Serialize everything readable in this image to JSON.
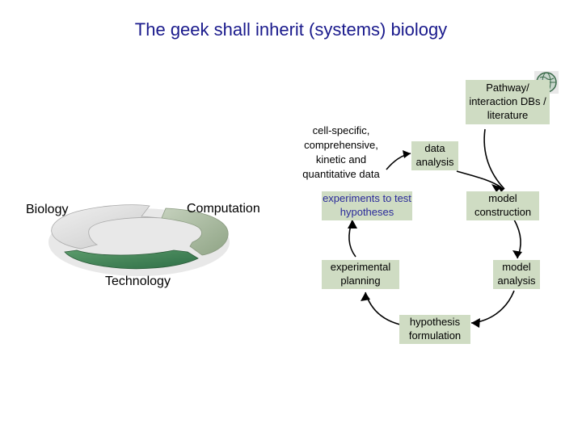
{
  "title": "The geek shall inherit (systems) biology",
  "triangle": {
    "biology": "Biology",
    "computation": "Computation",
    "technology": "Technology"
  },
  "cycle": {
    "pathway": "Pathway/ interaction DBs / literature",
    "cell_data": "cell-specific, comprehensive, kinetic and quantitative data",
    "data_analysis": "data analysis",
    "experiments": "experiments to test hypotheses",
    "model_construction": "model construction",
    "experimental_planning": "experimental planning",
    "model_analysis": "model analysis",
    "hypothesis": "hypothesis formulation"
  },
  "colors": {
    "title": "#1a1a8c",
    "box_fill": "#cfdcc3",
    "ring_light": "#dcdcdc",
    "ring_mid": "#a9b89e",
    "ring_dark": "#3e8057",
    "experiments_text": "#2a2a9a"
  },
  "icons": [
    "globe-icon"
  ]
}
